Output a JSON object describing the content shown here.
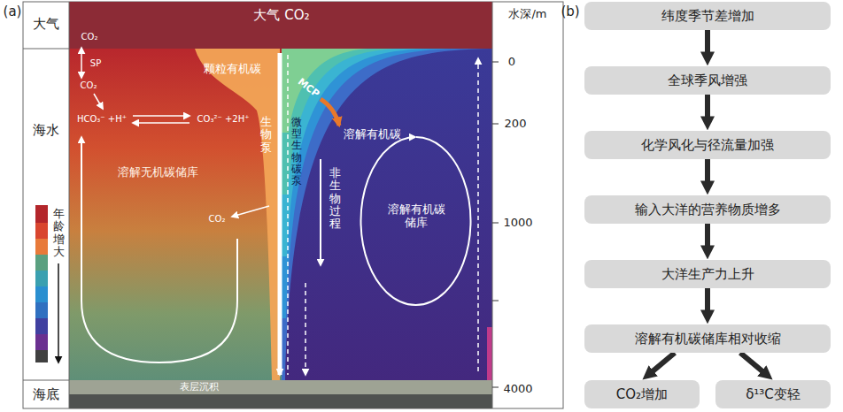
{
  "diagram": {
    "nodes": [
      {
        "text": [
          "纬度季节差增加"
        ]
      },
      {
        "text": [
          "全球季风增强"
        ]
      },
      {
        "text": [
          "化学风化与径流量加强"
        ]
      },
      {
        "text": [
          "输入大洋的营养物质增多"
        ]
      },
      {
        "text": [
          "大洋生产力上升"
        ]
      },
      {
        "text": [
          "溶解有机碳储库相对收缩"
        ]
      },
      {
        "text": [
          "CO₂增加"
        ]
      },
      {
        "text": [
          "δ¹³C变轻"
        ]
      }
    ],
    "edges": [
      {
        "from": 0,
        "to": 1,
        "arrow": "to"
      },
      {
        "from": 1,
        "to": 2,
        "arrow": "to"
      },
      {
        "from": 2,
        "to": 3,
        "arrow": "to"
      },
      {
        "from": 3,
        "to": 4,
        "arrow": "to"
      },
      {
        "from": 4,
        "to": 5,
        "arrow": "to"
      },
      {
        "from": 5,
        "to": 6,
        "arrow": "to"
      },
      {
        "from": 5,
        "to": 7,
        "arrow": "to"
      }
    ],
    "labels": [
      "(a)",
      "大气",
      "大气 CO₂",
      "水深/m",
      "CO₂",
      "SP",
      "CO₂",
      "颗粒有机碳",
      "MCP",
      "海水",
      "HCO₃⁻ +H⁺",
      "CO₃²⁻ +2H⁺",
      "生物泵",
      "微型生物碳泵",
      "溶解有机碳",
      "0",
      "200",
      "非生物过程",
      "溶解无机碳储库",
      "年龄增大",
      "CO₂",
      "溶解有机碳储库",
      "1000",
      "表层沉积",
      "海底",
      "4000",
      "(b)"
    ]
  }
}
